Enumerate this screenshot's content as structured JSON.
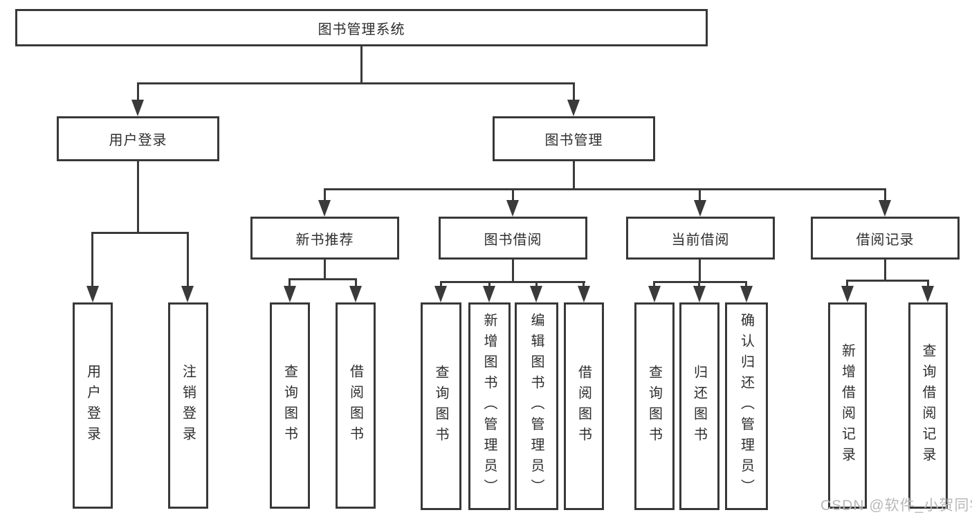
{
  "diagram": {
    "title": "图书管理系统",
    "colors": {
      "line": "#3a3a3a",
      "border": "#383838",
      "text": "#2e2e2e",
      "background": "#ffffff",
      "watermark": "#b8b8b8"
    },
    "nodes": {
      "root": {
        "label": "图书管理系统"
      },
      "level2": [
        {
          "label": "用户登录"
        },
        {
          "label": "图书管理"
        }
      ],
      "level3": [
        {
          "label": "新书推荐",
          "parent": "图书管理"
        },
        {
          "label": "图书借阅",
          "parent": "图书管理"
        },
        {
          "label": "当前借阅",
          "parent": "图书管理"
        },
        {
          "label": "借阅记录",
          "parent": "图书管理"
        }
      ],
      "leaves": [
        {
          "label": "用户登录",
          "parent": "用户登录"
        },
        {
          "label": "注销登录",
          "parent": "用户登录"
        },
        {
          "label": "查询图书",
          "parent": "新书推荐"
        },
        {
          "label": "借阅图书",
          "parent": "新书推荐"
        },
        {
          "label": "查询图书",
          "parent": "图书借阅"
        },
        {
          "label": "新增图书（管理员）",
          "parent": "图书借阅"
        },
        {
          "label": "编辑图书（管理员）",
          "parent": "图书借阅"
        },
        {
          "label": "借阅图书",
          "parent": "图书借阅"
        },
        {
          "label": "查询图书",
          "parent": "当前借阅"
        },
        {
          "label": "归还图书",
          "parent": "当前借阅"
        },
        {
          "label": "确认归还（管理员）",
          "parent": "当前借阅"
        },
        {
          "label": "新增借阅记录",
          "parent": "借阅记录"
        },
        {
          "label": "查询借阅记录",
          "parent": "借阅记录"
        }
      ]
    },
    "watermark": {
      "text": "CSDN @软件_小贺同学"
    }
  }
}
